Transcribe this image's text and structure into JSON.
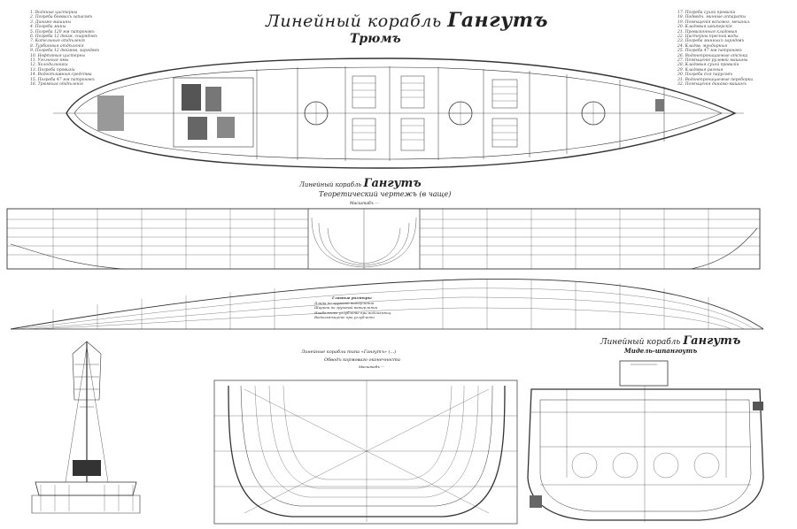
{
  "title": {
    "prefix": "Линейный корабль",
    "name": "Гангутъ"
  },
  "subtitle": "Трюмъ",
  "section2": {
    "prefix": "Линейный корабль",
    "name": "Гангутъ",
    "line2": "Теоретический чертежъ (в чаще)",
    "line3": "Масштабъ ---"
  },
  "section3": {
    "prefix": "Линейный корабль",
    "name": "Гангутъ",
    "line2": "Мидель-шпангоутъ"
  },
  "section4": {
    "line1": "Линейные корабли типа «Гангутъ» (...)",
    "line2": "Обводъ кормоваго оконечности",
    "line3": "Масштабъ ---"
  },
  "table": {
    "header": "Главные размѣры",
    "rows": [
      "Длина по грузовой ватерлинии",
      "Ширина по грузовой ватерлинии",
      "Наибольшее углубленіе при водоизмѣщ.",
      "Водоизмѣщеніе при углубленіи"
    ]
  },
  "legend_left": [
    "1. Водяные цистерны",
    "2. Погреба боевыхъ запасовъ",
    "3. Динамо-машины",
    "4. Погреба мины",
    "5. Погреба 120 мм патроновъ",
    "6. Погреба 12 дюйм. снарядовъ",
    "7. Котельныя отдѣленія",
    "8. Турбинныя отдѣленія",
    "9. Погреба 12 дюймов. зарядовъ",
    "10. Нефтяныя цистерны",
    "11. Угольныя ямы",
    "12. Холодильники",
    "13. Погреба провизіи",
    "14. Водоотливныя средства",
    "15. Погреба 47 мм патроновъ",
    "16. Трюмныя отдѣленія"
  ],
  "legend_right": [
    "17. Погреба сухой провизіи",
    "18. Подводн. минные аппараты",
    "19. Помѣщенія вспомог. механиз.",
    "20. Кладовыя шкиперскія",
    "21. Провизіонныя кладовыя",
    "22. Цистерны пресной воды",
    "23. Погреба минныхъ зарядовъ",
    "24. Кладов. мундирныя",
    "25. Погреба 47 мм патроновъ",
    "26. Водонепроницаемые отсѣки",
    "27. Помѣщеніе рулевой машины",
    "28. Кладовыя сухой провизіи",
    "29. Кладовыя разныя",
    "30. Погреба для парусовъ",
    "31. Водонепроницаемые переборки",
    "32. Помѣщенія динамо-машинъ"
  ]
}
